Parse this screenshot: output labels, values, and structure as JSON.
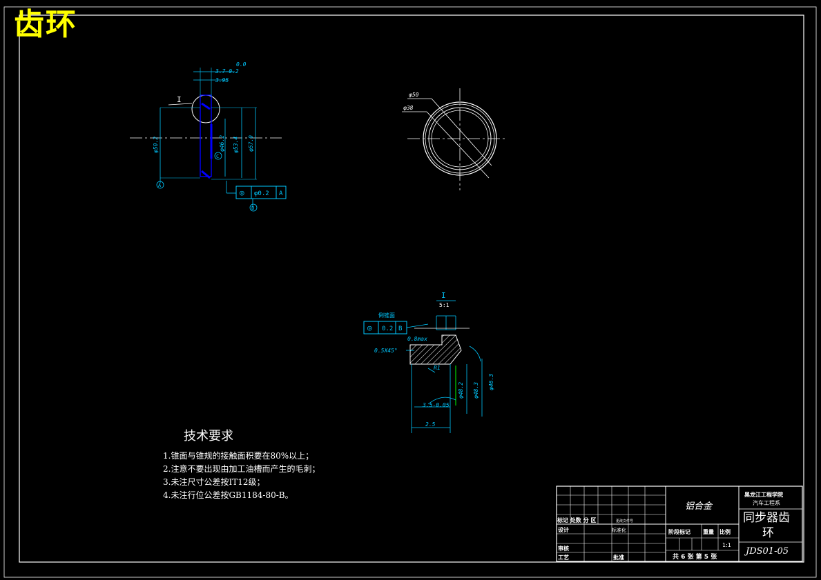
{
  "drawing": {
    "title": "齿环",
    "views": {
      "side": {
        "detail_mark": "I",
        "dims": [
          "0.0",
          "3.7-0.2",
          "3.95",
          "φ50.2",
          "φ46.2",
          "φ53.4",
          "φ57.9"
        ],
        "datum_a": "A",
        "datum_b": "B",
        "datum_c": "C",
        "tolerance_symbol": "◎",
        "tolerance_value": "φ0.2",
        "tolerance_datum": "A"
      },
      "front": {
        "dims": [
          "φ50",
          "φ38"
        ]
      },
      "detail": {
        "label": "I",
        "scale": "5:1",
        "surface_label": "倒锥面",
        "tolerance_symbol": "◎",
        "tolerance_value": "0.2",
        "tolerance_datum": "B",
        "dims": [
          "0.8max",
          "0.5X45°",
          "R1",
          "3.5-0.05",
          "2.5",
          "φ48.2",
          "φ48.3",
          "φ46.3"
        ]
      }
    },
    "tech_requirements": {
      "title": "技术要求",
      "items": [
        "1.锥面与锥规的接触面积要在80%以上；",
        "2.注意不要出现由加工油槽而产生的毛刺；",
        "3.未注尺寸公差按IT12级；",
        "4.未注行位公差按GB1184-80-B。"
      ]
    },
    "title_block": {
      "material": "铝合金",
      "school": "黑龙江工程学院",
      "department": "汽车工程系",
      "part_name_line1": "同步器齿",
      "part_name_line2": "环",
      "drawing_no": "JDS01-05",
      "scale": "1:1",
      "sheets": "共 6 张  第 5 张",
      "labels": {
        "marks_row": "标记 处数 分  区",
        "change_doc": "更改文件号",
        "design": "设计",
        "standardize": "标准化",
        "stage_mark": "阶段标记",
        "weight": "重量",
        "ratio": "比例",
        "check": "审核",
        "process": "工艺",
        "approve": "批准"
      }
    },
    "colors": {
      "background": "#000000",
      "frame": "#ffffff",
      "dimension": "#00c8ff",
      "section": "#0000ff",
      "title": "#ffff00",
      "green": "#00ff00"
    }
  }
}
